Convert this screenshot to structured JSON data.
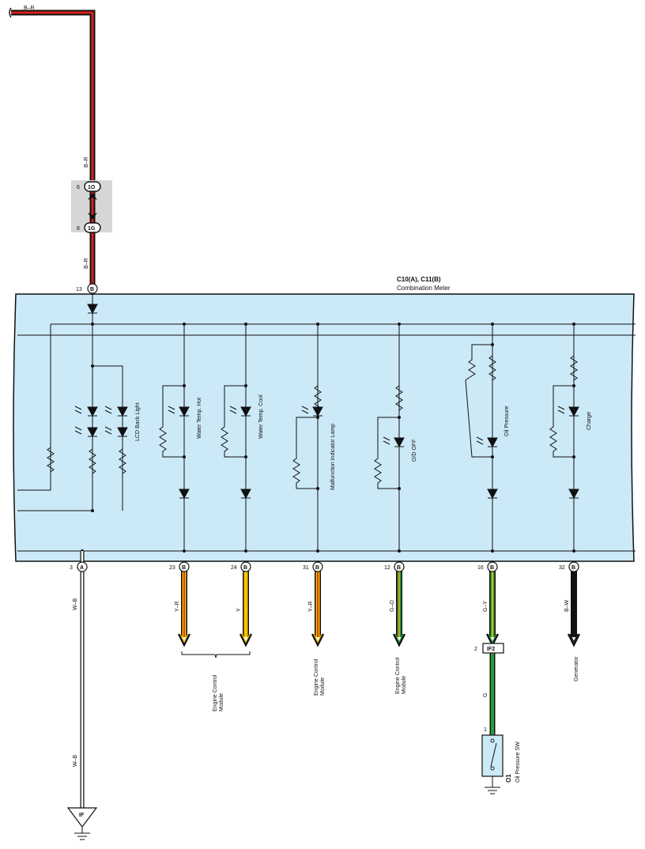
{
  "connectors": {
    "combo_meter_codes": "C10(A), C11(B)",
    "combo_meter_name": "Combination Meter",
    "joint_top": "1O",
    "joint_bottom": "1G",
    "joint_top_pin": "6",
    "joint_bottom_pin": "8",
    "if2": "IF2",
    "if2_pin": "2",
    "ground": "IF",
    "o1_code": "O1",
    "o1_name": "Oil Pressure SW",
    "o1_pin": "1"
  },
  "wires": {
    "top": "B–R",
    "feed_upper": "B–R",
    "feed_lower": "B–R",
    "ground_upper": "W–B",
    "ground_lower": "W–B",
    "oil_lower": "G"
  },
  "pins": {
    "power": {
      "num": "13",
      "letter": "B"
    },
    "ground": {
      "num": "3",
      "letter": "A"
    }
  },
  "lamps": [
    {
      "label": "LCD Back Light"
    },
    {
      "label": "Water Temp.  Hot"
    },
    {
      "label": "Water Temp.  Cool"
    },
    {
      "label": "Malfunction Indicator Lamp"
    },
    {
      "label": "O/D OFF"
    },
    {
      "label": "Oil Pressure"
    },
    {
      "label": "Charge"
    }
  ],
  "outputs": [
    {
      "pin": "23",
      "letter": "B",
      "wire": "Y–R",
      "colors": [
        "#f5c400",
        "#d9211c"
      ]
    },
    {
      "pin": "24",
      "letter": "B",
      "wire": "Y",
      "colors": [
        "#f5c400"
      ]
    },
    {
      "pin": "31",
      "letter": "B",
      "wire": "Y–R",
      "colors": [
        "#f5c400",
        "#d9211c"
      ],
      "dest": "Engine Control Module"
    },
    {
      "pin": "12",
      "letter": "B",
      "wire": "G–O",
      "colors": [
        "#2a9d3a",
        "#f0a020"
      ],
      "dest": "Engine Control Module"
    },
    {
      "pin": "16",
      "letter": "B",
      "wire": "G–Y",
      "colors": [
        "#2a9d3a",
        "#f5c400"
      ]
    },
    {
      "pin": "32",
      "letter": "B",
      "wire": "B–W",
      "colors": [
        "#111111"
      ],
      "dest": "Generator"
    }
  ],
  "shared_dest": "Engine Control Module",
  "colors": {
    "meter_fill": "#cce9f8",
    "joint_fill": "#d6d6d6",
    "black": "#111111",
    "red": "#d9211c",
    "yellow": "#f5c400",
    "green": "#2a9d3a",
    "orange": "#f0a020"
  }
}
